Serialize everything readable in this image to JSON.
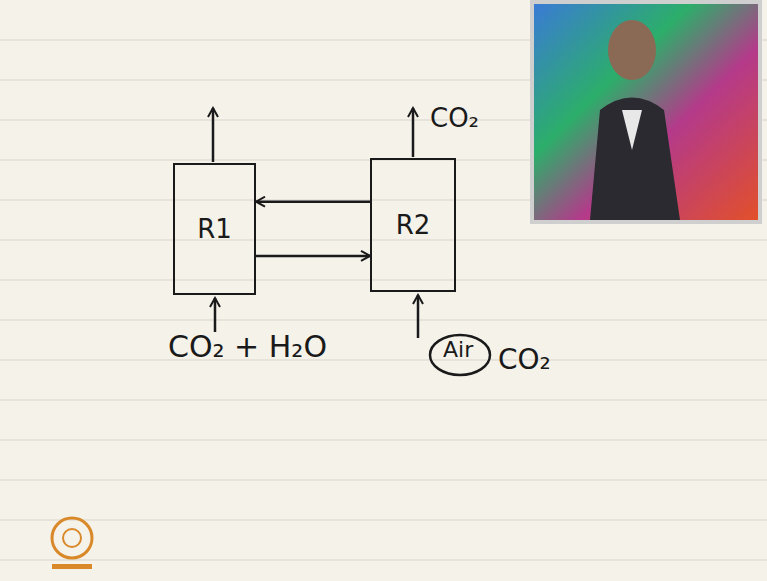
{
  "diagram": {
    "nodes": [
      {
        "text": [
          "R1"
        ]
      },
      {
        "text": [
          "R2"
        ]
      }
    ],
    "edges": [
      {
        "from": 1,
        "to": 0,
        "arrow": "to"
      },
      {
        "from": 0,
        "to": 1,
        "arrow": "to"
      }
    ],
    "labels": [
      "CO₂",
      "CO₂ + H₂O",
      "Air",
      "CO₂"
    ]
  }
}
